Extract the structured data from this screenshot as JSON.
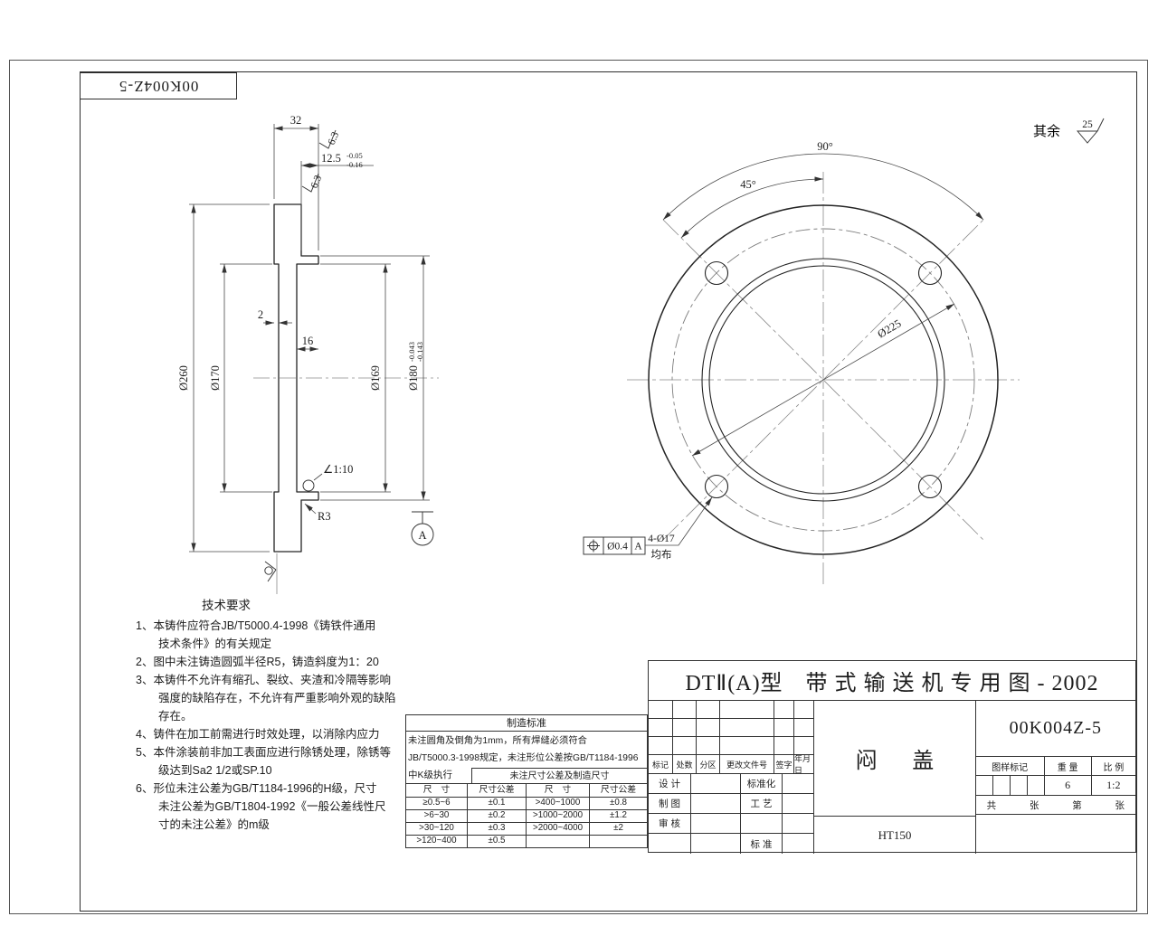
{
  "frame": {
    "doc_number_rotated": "00K004Z-5"
  },
  "finish_note": {
    "prefix": "其余",
    "value": "25"
  },
  "section_view": {
    "dim_32": "32",
    "dim_12_5": "12.5",
    "dim_12_5_up": "-0.05",
    "dim_12_5_low": "-0.16",
    "rough_a": "6.3",
    "rough_b": "6.3",
    "dim_2": "2",
    "dim_16": "16",
    "dim_d260": "Ø260",
    "dim_d170": "Ø170",
    "dim_d169": "Ø169",
    "dim_d180": "Ø180",
    "dim_d180_up": "-0.043",
    "dim_d180_low": "-0.143",
    "taper_note": "∠1:10",
    "fillet_note": "R3",
    "datum_label": "A"
  },
  "circular_view": {
    "angle_90": "90°",
    "angle_45": "45°",
    "dim_d225": "Ø225",
    "holes_note": "4-Ø17",
    "holes_note2": "均布",
    "fcf_tol": "Ø0.4",
    "fcf_datum": "A"
  },
  "tech_req": {
    "title": "技术要求",
    "lines": [
      "1、本铸件应符合JB/T5000.4-1998《铸铁件通用",
      "　　技术条件》的有关规定",
      "2、图中未注铸造圆弧半径R5，铸造斜度为1：20",
      "3、本铸件不允许有缩孔、裂纹、夹渣和冷隔等影响",
      "　　强度的缺陷存在，不允许有严重影响外观的缺陷",
      "　　存在。",
      "4、铸件在加工前需进行时效处理，以消除内应力",
      "5、本件涂装前非加工表面应进行除锈处理，除锈等",
      "　　级达到Sa2 1/2或SP.10",
      "6、形位未注公差为GB/T1184-1996的H级，尺寸",
      "　　未注公差为GB/T1804-1992《一般公差线性尺",
      "　　寸的未注公差》的m级"
    ]
  },
  "mfg_std": {
    "title": "制造标准",
    "line1": "未注圆角及倒角为1mm，所有焊缝必须符合",
    "line2": "JB/T5000.3-1998规定，未注形位公差按GB/T1184-1996",
    "line3": "中K级执行",
    "sub_title": "未注尺寸公差及制造尺寸",
    "headers": [
      "尺　寸",
      "尺寸公差",
      "尺　寸",
      "尺寸公差"
    ],
    "rows": [
      [
        "≥0.5~6",
        "±0.1",
        ">400~1000",
        "±0.8"
      ],
      [
        ">6~30",
        "±0.2",
        ">1000~2000",
        "±1.2"
      ],
      [
        ">30~120",
        "±0.3",
        ">2000~4000",
        "±2"
      ],
      [
        ">120~400",
        "±0.5",
        "",
        ""
      ]
    ]
  },
  "title_block": {
    "main_title": "DTⅡ(A)型　带 式 输 送 机 专 用 图 - 2002",
    "doc_number": "00K004Z-5",
    "rev_cols": [
      "标记",
      "处数",
      "分区",
      "更改文件号",
      "签字",
      "年月日"
    ],
    "row_design": "设 计",
    "row_draft": "制 图",
    "row_check": "审 核",
    "row_standardize": "标准化",
    "row_process": "工 艺",
    "row_standard": "标 准",
    "part_name": "闷 盖",
    "material": "HT150",
    "mark_label": "图样标记",
    "weight_label": "重 量",
    "scale_label": "比 例",
    "weight_value": "6",
    "scale_value": "1:2",
    "total_label": "共",
    "sheet_label": "张",
    "number_label": "第",
    "sheet_label2": "张"
  }
}
